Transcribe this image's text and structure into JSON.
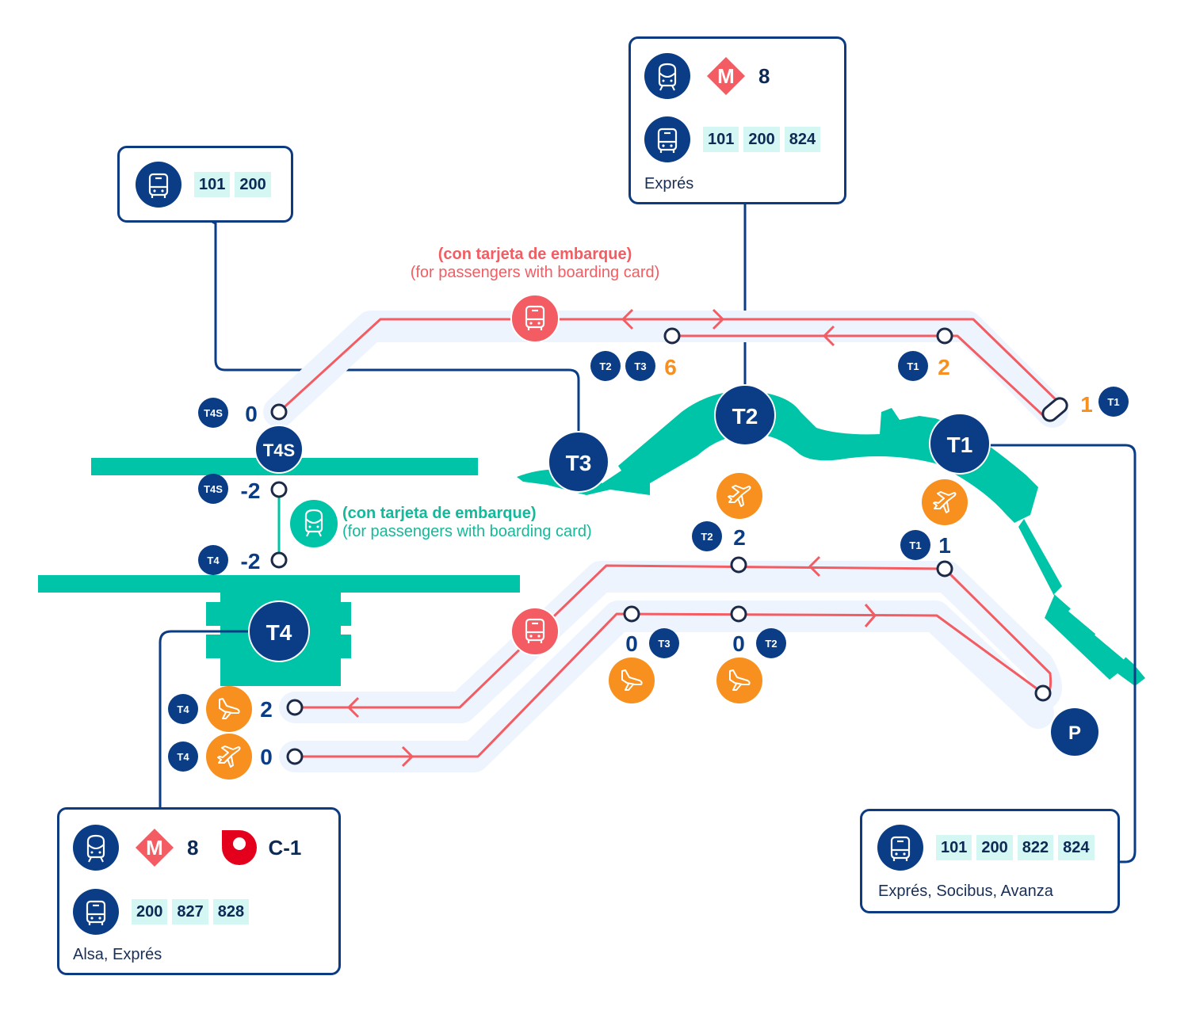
{
  "title": "Barcelona Airport terminal transfer map",
  "colors": {
    "navy": "#0a3d85",
    "teal": "#00c4a7",
    "red": "#f25c62",
    "orange": "#f7901e",
    "route_halo": "#eef4fd",
    "chip_bg": "#d4f7f4",
    "rodalies": "#e4001c"
  },
  "boxes": {
    "t2": {
      "metro": {
        "icon": "train-icon",
        "badge": "M",
        "line": "8"
      },
      "bus": {
        "icon": "bus-icon",
        "lines": [
          "101",
          "200",
          "824"
        ]
      },
      "note": "Exprés"
    },
    "t3": {
      "bus": {
        "icon": "bus-icon",
        "lines": [
          "101",
          "200"
        ]
      }
    },
    "t4": {
      "metro": {
        "icon": "train-icon",
        "badge": "M",
        "line": "8",
        "rodalies": "C-1"
      },
      "bus": {
        "icon": "bus-icon",
        "lines": [
          "200",
          "827",
          "828"
        ]
      },
      "note": "Alsa, Exprés"
    },
    "t1": {
      "bus": {
        "icon": "bus-icon",
        "lines": [
          "101",
          "200",
          "822",
          "824"
        ]
      },
      "note": "Exprés, Socibus, Avanza"
    }
  },
  "shuttle_notes": {
    "bus": {
      "es": "(con tarjeta de embarque)",
      "en": "(for passengers with boarding card)"
    },
    "train": {
      "es": "(con tarjeta de embarque)",
      "en": "(for passengers with boarding card)"
    }
  },
  "terminals": {
    "t1": "T1",
    "t2": "T2",
    "t3": "T3",
    "t4": "T4",
    "t4s": "T4S",
    "parking": "P"
  },
  "stops": {
    "upper": [
      {
        "badges": [
          "T4S"
        ],
        "level": "0"
      },
      {
        "badges": [
          "T2",
          "T3"
        ],
        "level": "6"
      },
      {
        "badges": [
          "T1"
        ],
        "level": "2"
      },
      {
        "badges": [
          "T1"
        ],
        "level": "1"
      }
    ],
    "train": [
      {
        "badges": [
          "T4S"
        ],
        "level": "-2"
      },
      {
        "badges": [
          "T4"
        ],
        "level": "-2"
      }
    ],
    "lower": [
      {
        "badges": [
          "T2"
        ],
        "level": "2"
      },
      {
        "badges": [
          "T1"
        ],
        "level": "1"
      },
      {
        "badges": [
          "T3"
        ],
        "level": "0",
        "icon": "arrivals-icon"
      },
      {
        "badges": [
          "T2"
        ],
        "level": "0",
        "icon": "arrivals-icon"
      },
      {
        "badges": [
          "T4"
        ],
        "level": "2",
        "icon": "arrivals-icon"
      },
      {
        "badges": [
          "T4"
        ],
        "level": "0",
        "icon": "departures-icon"
      }
    ]
  }
}
